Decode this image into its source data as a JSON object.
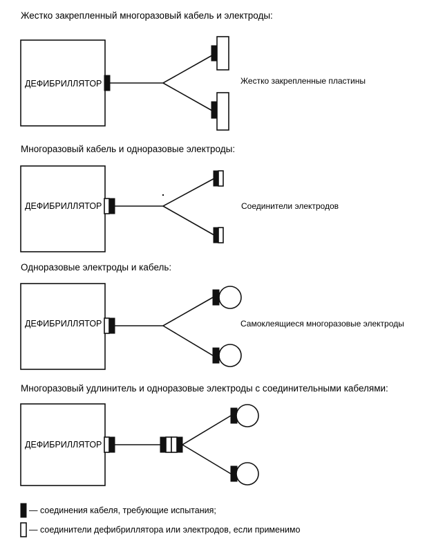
{
  "sections": [
    {
      "title": "Жестко закрепленный многоразовый кабель и электроды:",
      "device": "ДЕФИБРИЛЛЯТОР",
      "label": "Жестко закрепленные пластины"
    },
    {
      "title": "Многоразовый кабель и одноразовые электроды:",
      "device": "ДЕФИБРИЛЛЯТОР",
      "label": "Соединители электродов"
    },
    {
      "title": "Одноразовые электроды и кабель:",
      "device": "ДЕФИБРИЛЛЯТОР",
      "label": "Самоклеящиеся многоразовые электроды"
    },
    {
      "title": "Многоразовый удлинитель и одноразовые электроды с соединительными кабелями:",
      "device": "ДЕФИБРИЛЛЯТОР",
      "label": ""
    }
  ],
  "legend": {
    "black": "— соединения кабеля, требующие испытания;",
    "white": "— соединители дефибриллятора или электродов, если применимо"
  }
}
